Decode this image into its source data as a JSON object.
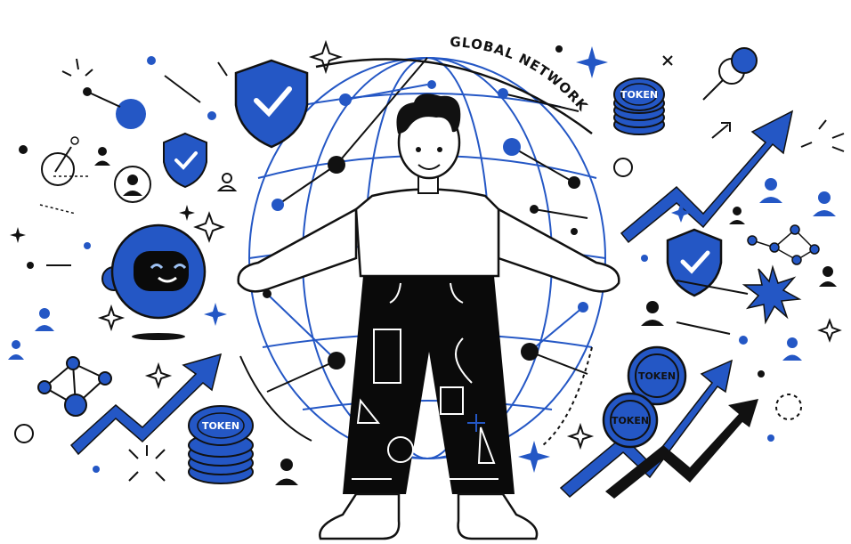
{
  "illustration": {
    "title_arc_text": "GLOBAL NETWORK",
    "token_label": "TOKEN",
    "tokens": [
      {
        "id": "token-stack-top-right",
        "label": "TOKEN"
      },
      {
        "id": "token-stack-bottom-left",
        "label": "TOKEN"
      },
      {
        "id": "token-coin-right-upper",
        "label": "TOKEN"
      },
      {
        "id": "token-coin-right-lower",
        "label": "TOKEN"
      }
    ],
    "colors": {
      "accent_blue": "#2457c5",
      "dark": "#0a0a0a",
      "background": "#ffffff",
      "robot_eye": "#9ec1f2"
    },
    "icons": [
      "globe-network-icon",
      "person-character",
      "shield-check-icon",
      "robot-icon",
      "trend-arrow-icon",
      "token-stack-icon",
      "token-coin-icon",
      "user-icon",
      "node-graph-icon",
      "sparkle-icon",
      "burst-icon"
    ]
  }
}
